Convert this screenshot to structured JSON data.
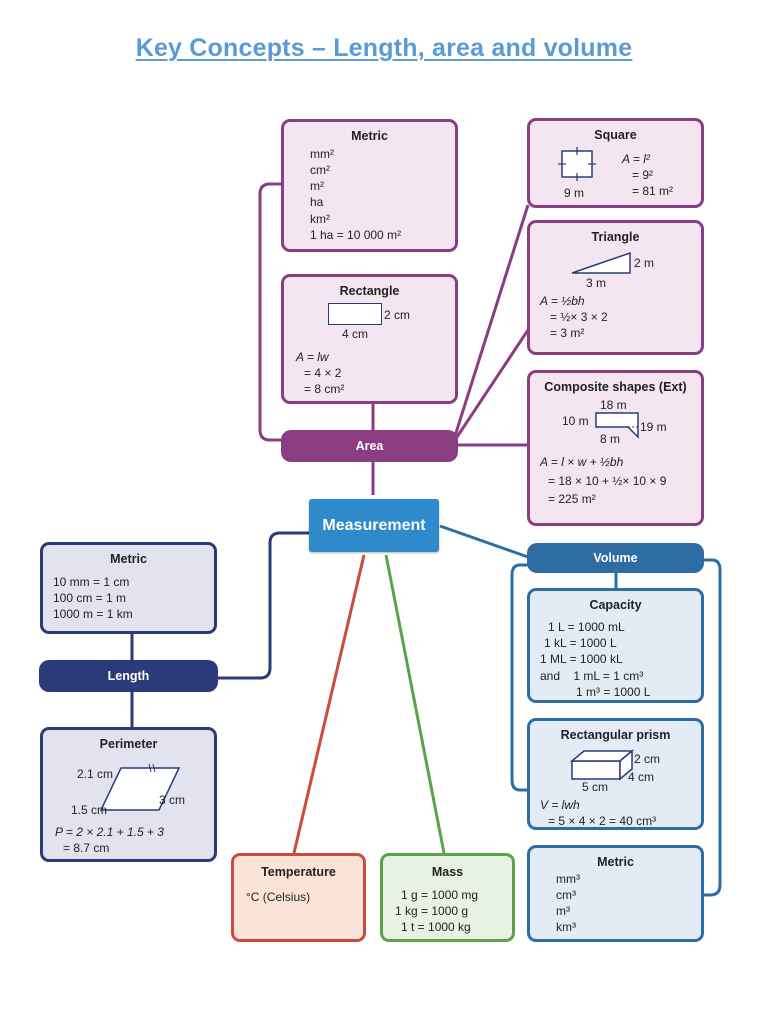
{
  "title": "Key Concepts – Length, area and volume",
  "center": "Measurement",
  "area": {
    "label": "Area",
    "metric": {
      "title": "Metric",
      "lines": [
        "mm²",
        "cm²",
        "m²",
        "ha",
        "km²",
        "1 ha = 10 000 m²"
      ]
    },
    "rectangle": {
      "title": "Rectangle",
      "width": "4 cm",
      "height": "2 cm",
      "lines": [
        "A = lw",
        "= 4 × 2",
        "= 8 cm²"
      ]
    },
    "square": {
      "title": "Square",
      "side": "9 m",
      "lines": [
        "A = l²",
        "= 9²",
        "= 81 m²"
      ]
    },
    "triangle": {
      "title": "Triangle",
      "base": "3 m",
      "height": "2 m",
      "lines": [
        "A = ½bh",
        "= ½× 3 × 2",
        "= 3 m²"
      ]
    },
    "composite": {
      "title": "Composite shapes (Ext)",
      "top": "18 m",
      "left": "10 m",
      "bottom": "8 m",
      "right": "19 m",
      "lines": [
        "A = l × w + ½bh",
        "= 18 × 10 + ½× 10 × 9",
        "= 225 m²"
      ]
    }
  },
  "length": {
    "label": "Length",
    "metric": {
      "title": "Metric",
      "lines": [
        "10 mm = 1 cm",
        "100 cm = 1 m",
        "1000 m = 1 km"
      ]
    },
    "perimeter": {
      "title": "Perimeter",
      "side_a": "2.1 cm",
      "side_b": "3 cm",
      "side_c": "1.5 cm",
      "lines": [
        "P = 2 × 2.1 + 1.5 + 3",
        "= 8.7 cm"
      ]
    }
  },
  "volume": {
    "label": "Volume",
    "capacity": {
      "title": "Capacity",
      "lines": [
        "1 L = 1000 mL",
        "1 kL = 1000 L",
        "1 ML = 1000 kL",
        "and    1 mL = 1 cm³",
        "1 m³ = 1000 L"
      ]
    },
    "prism": {
      "title": "Rectangular prism",
      "length": "5 cm",
      "width": "4 cm",
      "height": "2 cm",
      "lines": [
        "V = lwh",
        "= 5 × 4 × 2 = 40 cm³"
      ]
    },
    "metric": {
      "title": "Metric",
      "lines": [
        "mm³",
        "cm³",
        "m³",
        "km³"
      ]
    }
  },
  "temperature": {
    "title": "Temperature",
    "lines": [
      "°C (Celsius)"
    ]
  },
  "mass": {
    "title": "Mass",
    "lines": [
      "1 g = 1000 mg",
      "1 kg = 1000 g",
      "1 t = 1000 kg"
    ]
  },
  "colors": {
    "area": "#8b3d84",
    "volume": "#2e6ca4",
    "length": "#2b3a78",
    "temperature": "#c94c3e",
    "mass": "#5aa34a",
    "center": "#2f8acb"
  }
}
